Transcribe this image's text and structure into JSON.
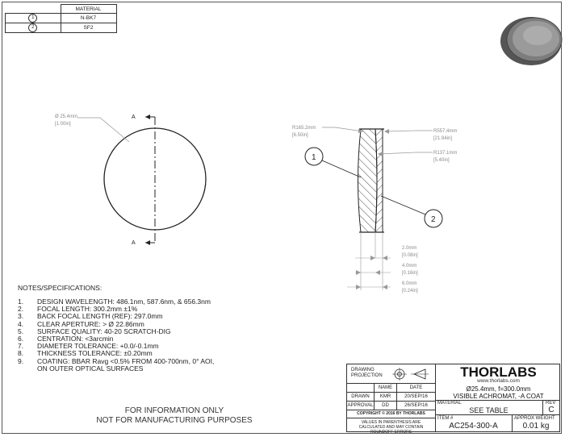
{
  "material_table": {
    "header": "MATERIAL",
    "rows": [
      {
        "id": "1",
        "material": "N-BK7"
      },
      {
        "id": "2",
        "material": "SF2"
      }
    ]
  },
  "front_view": {
    "diameter_mm": "Ø 25.4mm",
    "diameter_in": "[1.00in]",
    "section_label_top": "A",
    "section_label_bottom": "A"
  },
  "side_view": {
    "r1_mm": "R165.2mm",
    "r1_in": "[6.50in]",
    "r2_mm": "R557.4mm",
    "r2_in": "[21.94in]",
    "r3_mm": "R137.1mm",
    "r3_in": "[5.40in]",
    "balloon_1": "1",
    "balloon_2": "2",
    "t1_mm": "2.0mm",
    "t1_in": "[0.08in]",
    "t2_mm": "4.0mm",
    "t2_in": "[0.16in]",
    "t3_mm": "6.0mm",
    "t3_in": "[0.24in]"
  },
  "notes": {
    "title": "NOTES/SPECIFICATIONS:",
    "items": [
      {
        "num": "1.",
        "text": "DESIGN WAVELENGTH: 486.1nm, 587.6nm, & 656.3nm"
      },
      {
        "num": "2.",
        "text": "FOCAL LENGTH: 300.2mm ±1%"
      },
      {
        "num": "3.",
        "text": "BACK FOCAL LENGTH (REF): 297.0mm"
      },
      {
        "num": "4.",
        "text": "CLEAR APERTURE: > Ø 22.86mm"
      },
      {
        "num": "5.",
        "text": "SURFACE QUALITY: 40-20 SCRATCH-DIG"
      },
      {
        "num": "6.",
        "text": "CENTRATION: <3arcmin"
      },
      {
        "num": "7.",
        "text": "DIAMETER TOLERANCE: +0.0/-0.1mm"
      },
      {
        "num": "8.",
        "text": "THICKNESS TOLERANCE: ±0.20mm"
      },
      {
        "num": "9.",
        "text": "COATING: BBAR Ravg <0.5% FROM 400-700nm, 0° AOI,"
      },
      {
        "num": "",
        "text": "ON OUTER OPTICAL SURFACES"
      }
    ]
  },
  "info": {
    "line1": "FOR INFORMATION ONLY",
    "line2": "NOT FOR MANUFACTURING PURPOSES"
  },
  "title_block": {
    "drawing_projection": "DRAWING PROJECTION",
    "name_header": "NAME",
    "date_header": "DATE",
    "drawn_label": "DRAWN",
    "drawn_name": "KMR",
    "drawn_date": "20/SEP/16",
    "approval_label": "APPROVAL",
    "approval_name": "DD",
    "approval_date": "26/SEP/16",
    "copyright": "COPYRIGHT © 2016 BY THORLABS",
    "disclaimer": "VALUES IN PARENTHESIS ARE CALCULATED AND MAY CONTAIN ROUNDOFF ERRORS",
    "logo": "THORLABS",
    "url": "www.thorlabs.com",
    "desc1": "Ø25.4mm, f=300.0mm",
    "desc2": "VISIBLE ACHROMAT, -A COAT",
    "material_label": "MATERIAL",
    "material_value": "SEE TABLE",
    "rev_label": "REV",
    "rev_value": "C",
    "item_label": "ITEM #",
    "item_value": "AC254-300-A",
    "weight_label": "APPROX WEIGHT",
    "weight_value": "0.01 kg"
  }
}
